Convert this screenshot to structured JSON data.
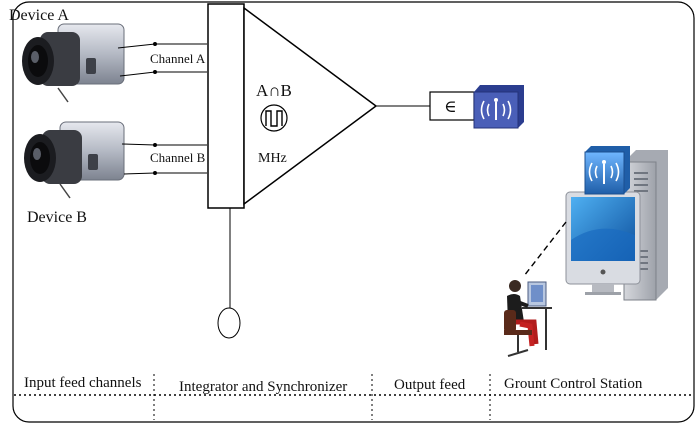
{
  "devices": [
    {
      "label": "Device A",
      "channel": "Channel A"
    },
    {
      "label": "Device B",
      "channel": "Channel B"
    }
  ],
  "integrator": {
    "operation": "A∩B",
    "frequency_unit": "MHz",
    "symbol_icon": "square-wave-icon"
  },
  "output": {
    "connector_symbol": "∈",
    "icon": "wireless-signal-icon"
  },
  "ground_station": {
    "icons": [
      "wireless-signal-icon",
      "computer-monitor-icon",
      "desktop-tower-icon",
      "operator-person-icon"
    ]
  },
  "sections": [
    "Input feed channels",
    "Integrator and Synchronizer",
    "Output feed",
    "Grount Control Station"
  ],
  "colors": {
    "border": "#000000",
    "wifi_blue": "#2f6fb8",
    "output_box": "#3a4fa6",
    "camera_body": "#b8bcc6"
  }
}
